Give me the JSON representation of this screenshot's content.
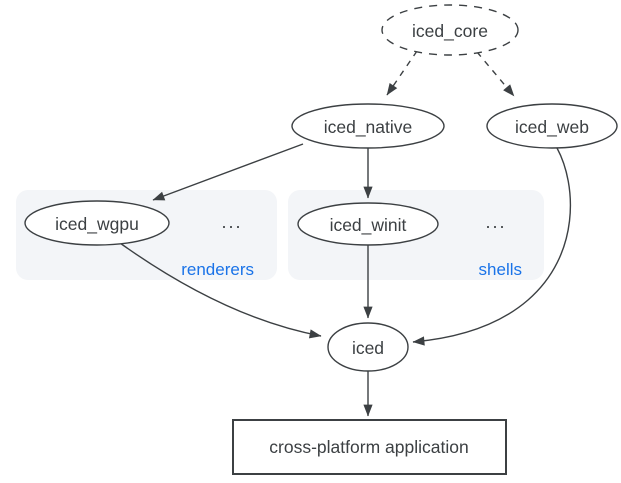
{
  "diagram": {
    "colors": {
      "background": "#ffffff",
      "stroke": "#3c4043",
      "text": "#3c4043",
      "accent_blue": "#1a73e8",
      "group_fill": "#f3f5f8"
    },
    "nodes": {
      "iced_core": {
        "label": "iced_core",
        "shape": "ellipse-dashed"
      },
      "iced_native": {
        "label": "iced_native",
        "shape": "ellipse"
      },
      "iced_web": {
        "label": "iced_web",
        "shape": "ellipse"
      },
      "iced_wgpu": {
        "label": "iced_wgpu",
        "shape": "ellipse"
      },
      "iced_winit": {
        "label": "iced_winit",
        "shape": "ellipse"
      },
      "iced": {
        "label": "iced",
        "shape": "ellipse"
      },
      "application": {
        "label": "cross-platform application",
        "shape": "rectangle"
      }
    },
    "groups": {
      "renderers": {
        "label": "renderers",
        "more": "..."
      },
      "shells": {
        "label": "shells",
        "more": "..."
      }
    },
    "edges": [
      {
        "from": "iced_core",
        "to": "iced_native",
        "style": "dashed"
      },
      {
        "from": "iced_core",
        "to": "iced_web",
        "style": "dashed"
      },
      {
        "from": "iced_native",
        "to": "iced_wgpu",
        "style": "solid"
      },
      {
        "from": "iced_native",
        "to": "iced_winit",
        "style": "solid"
      },
      {
        "from": "iced_wgpu",
        "to": "iced",
        "style": "solid"
      },
      {
        "from": "iced_winit",
        "to": "iced",
        "style": "solid"
      },
      {
        "from": "iced_web",
        "to": "iced",
        "style": "solid"
      },
      {
        "from": "iced",
        "to": "application",
        "style": "solid"
      }
    ]
  }
}
